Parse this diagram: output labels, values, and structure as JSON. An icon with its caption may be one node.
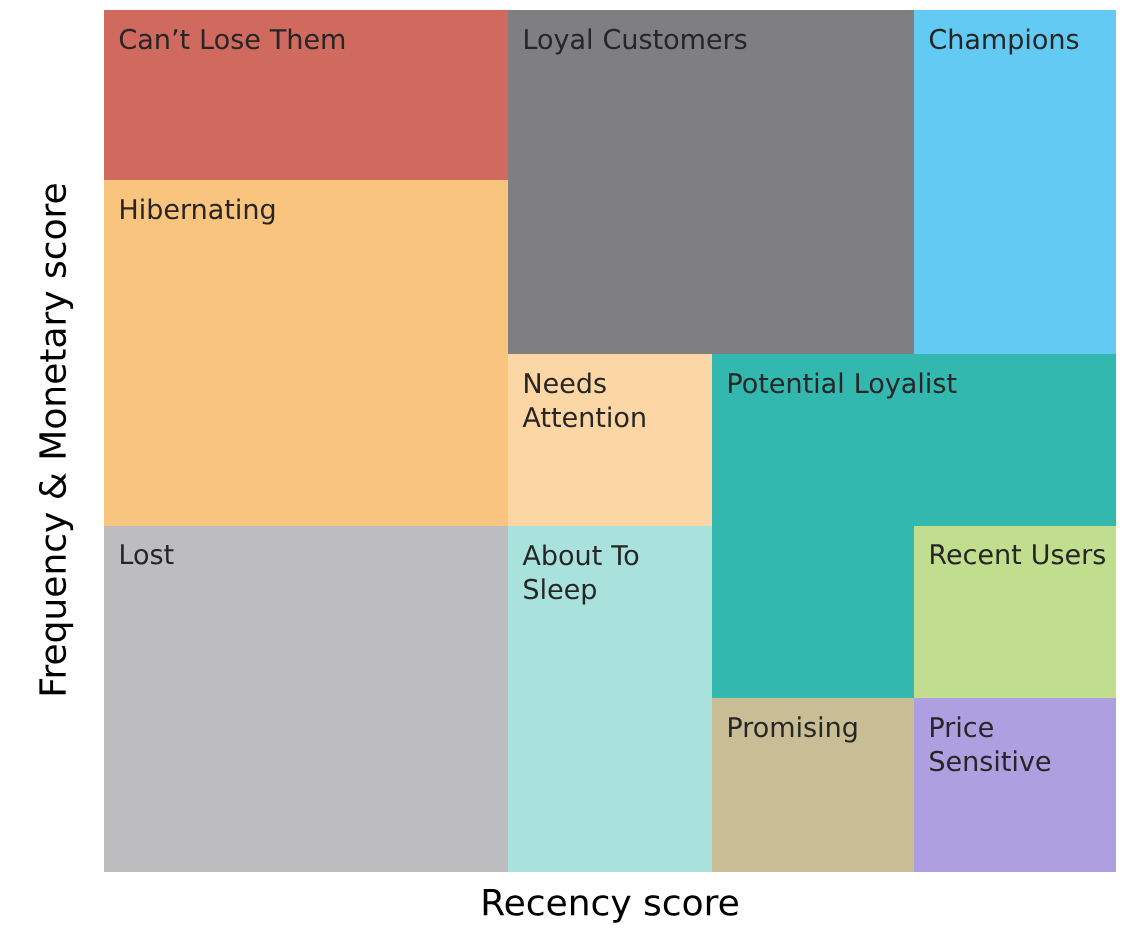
{
  "diagram": {
    "nodes": [
      {
        "text": [
          "Can’t Lose Them"
        ]
      },
      {
        "text": [
          "Loyal Customers"
        ]
      },
      {
        "text": [
          "Champions"
        ]
      },
      {
        "text": [
          "Hibernating"
        ]
      },
      {
        "text": [
          "Needs Attention"
        ]
      },
      {
        "text": [
          "Potential Loyalist"
        ]
      },
      {
        "text": [
          "Lost"
        ]
      },
      {
        "text": [
          "About To Sleep"
        ]
      },
      {
        "text": [
          "Recent Users"
        ]
      },
      {
        "text": [
          "Promising"
        ]
      },
      {
        "text": [
          "Price Sensitive"
        ]
      }
    ],
    "labels": [
      "Frequency & Monetary score",
      "Recency score"
    ]
  }
}
